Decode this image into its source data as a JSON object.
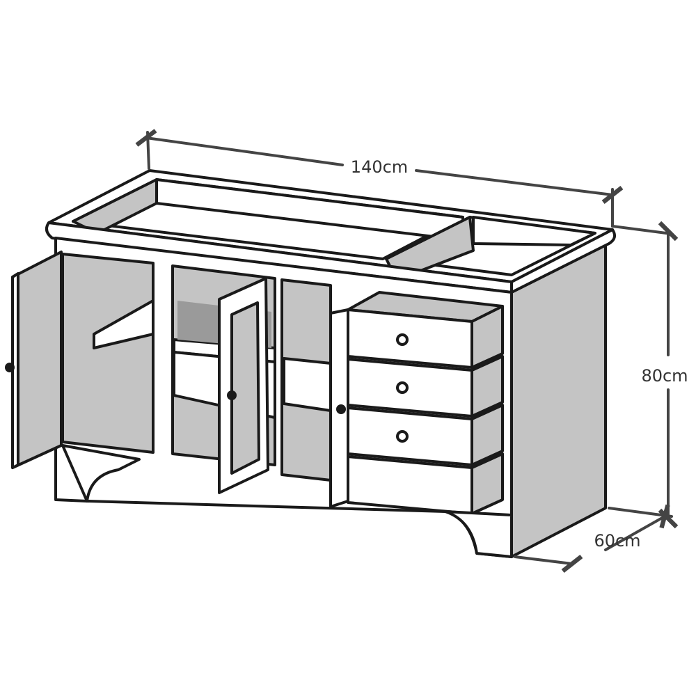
{
  "dimensions": {
    "width": "140cm",
    "height": "80cm",
    "depth": "60cm"
  },
  "colors": {
    "outline": "#1a1a1a",
    "panel_white": "#ffffff",
    "panel_grey": "#c4c4c4",
    "shadow_grey": "#9a9a9a",
    "dimension_line": "#444444"
  }
}
